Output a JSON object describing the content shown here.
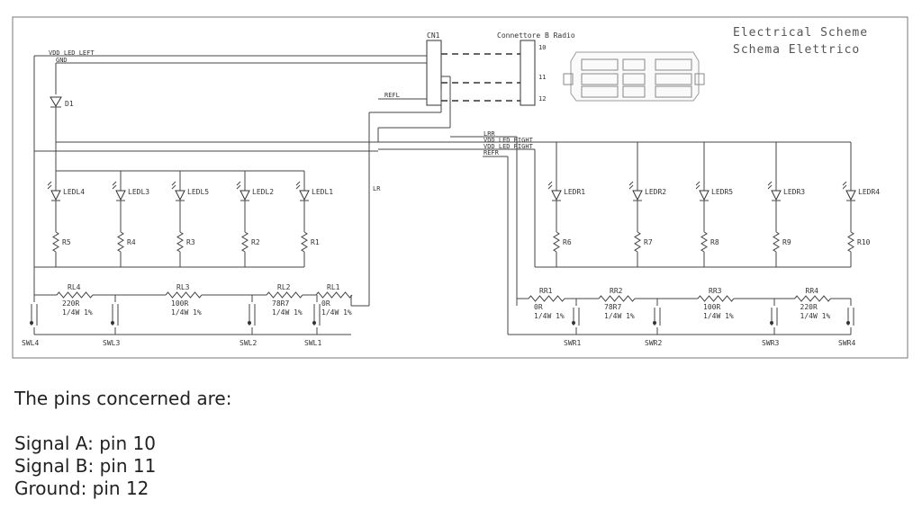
{
  "schematic": {
    "title_en": "Electrical Scheme",
    "title_it": "Schema Elettrico",
    "connector_label": "CN1",
    "radio_connector_label": "Connettore B Radio",
    "radio_pins": [
      "10",
      "11",
      "12"
    ],
    "net_labels_left": [
      "VDD LED LEFT",
      "GND"
    ],
    "net_labels_right": [
      "LRR",
      "VDD LED RIGHT",
      "VDD LED RIGHT",
      "REFR"
    ],
    "refl_label": "REFL",
    "lr_label": "LR",
    "diode_label": "D1",
    "leds_left": [
      "LEDL4",
      "LEDL3",
      "LEDL5",
      "LEDL2",
      "LEDL1"
    ],
    "resistors_left": [
      "R5",
      "R4",
      "R3",
      "R2",
      "R1"
    ],
    "leds_right": [
      "LEDR1",
      "LEDR2",
      "LEDR5",
      "LEDR3",
      "LEDR4"
    ],
    "resistors_right": [
      "R6",
      "R7",
      "R8",
      "R9",
      "R10"
    ],
    "ladder_left": [
      {
        "name": "RL4",
        "value": "220R",
        "rating": "1/4W 1%"
      },
      {
        "name": "RL3",
        "value": "100R",
        "rating": "1/4W 1%"
      },
      {
        "name": "RL2",
        "value": "78R7",
        "rating": "1/4W 1%"
      },
      {
        "name": "RL1",
        "value": "0R",
        "rating": "1/4W 1%"
      }
    ],
    "ladder_right": [
      {
        "name": "RR1",
        "value": "0R",
        "rating": "1/4W 1%"
      },
      {
        "name": "RR2",
        "value": "78R7",
        "rating": "1/4W 1%"
      },
      {
        "name": "RR3",
        "value": "100R",
        "rating": "1/4W 1%"
      },
      {
        "name": "RR4",
        "value": "220R",
        "rating": "1/4W 1%"
      }
    ],
    "switches_left": [
      "SWL4",
      "SWL3",
      "SWL2",
      "SWL1"
    ],
    "switches_right": [
      "SWR1",
      "SWR2",
      "SWR3",
      "SWR4"
    ]
  },
  "caption": {
    "intro": "The pins concerned are:",
    "pins": [
      "Signal A: pin 10",
      "Signal B: pin 11",
      "Ground: pin 12"
    ]
  }
}
